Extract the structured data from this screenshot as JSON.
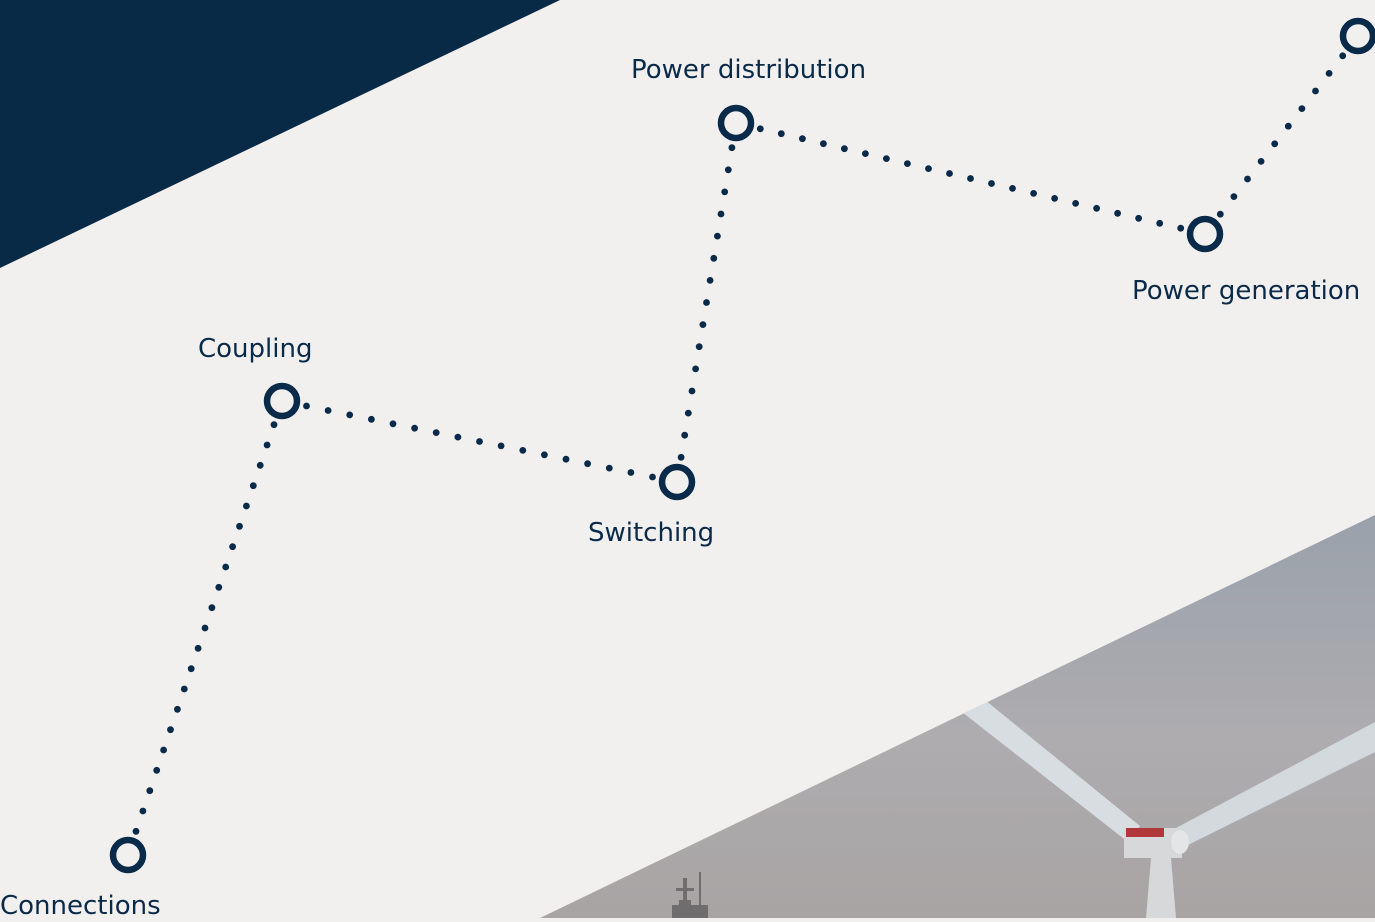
{
  "colors": {
    "background": "#f2f0ef",
    "navy": "#082a47",
    "node_stroke": "#0a2a4a",
    "label": "#0a2a4a"
  },
  "decor": {
    "top_left": "navy-triangle",
    "bottom_right": "wind-turbine-photo-panel"
  },
  "path": {
    "line_style": "dotted",
    "nodes": [
      {
        "id": "connections",
        "label": "Connections",
        "label_position": "below"
      },
      {
        "id": "coupling",
        "label": "Coupling",
        "label_position": "above"
      },
      {
        "id": "switching",
        "label": "Switching",
        "label_position": "below"
      },
      {
        "id": "power-distribution",
        "label": "Power distribution",
        "label_position": "above"
      },
      {
        "id": "power-generation",
        "label": "Power generation",
        "label_position": "below"
      },
      {
        "id": "end",
        "label": "",
        "label_position": "none"
      }
    ]
  }
}
